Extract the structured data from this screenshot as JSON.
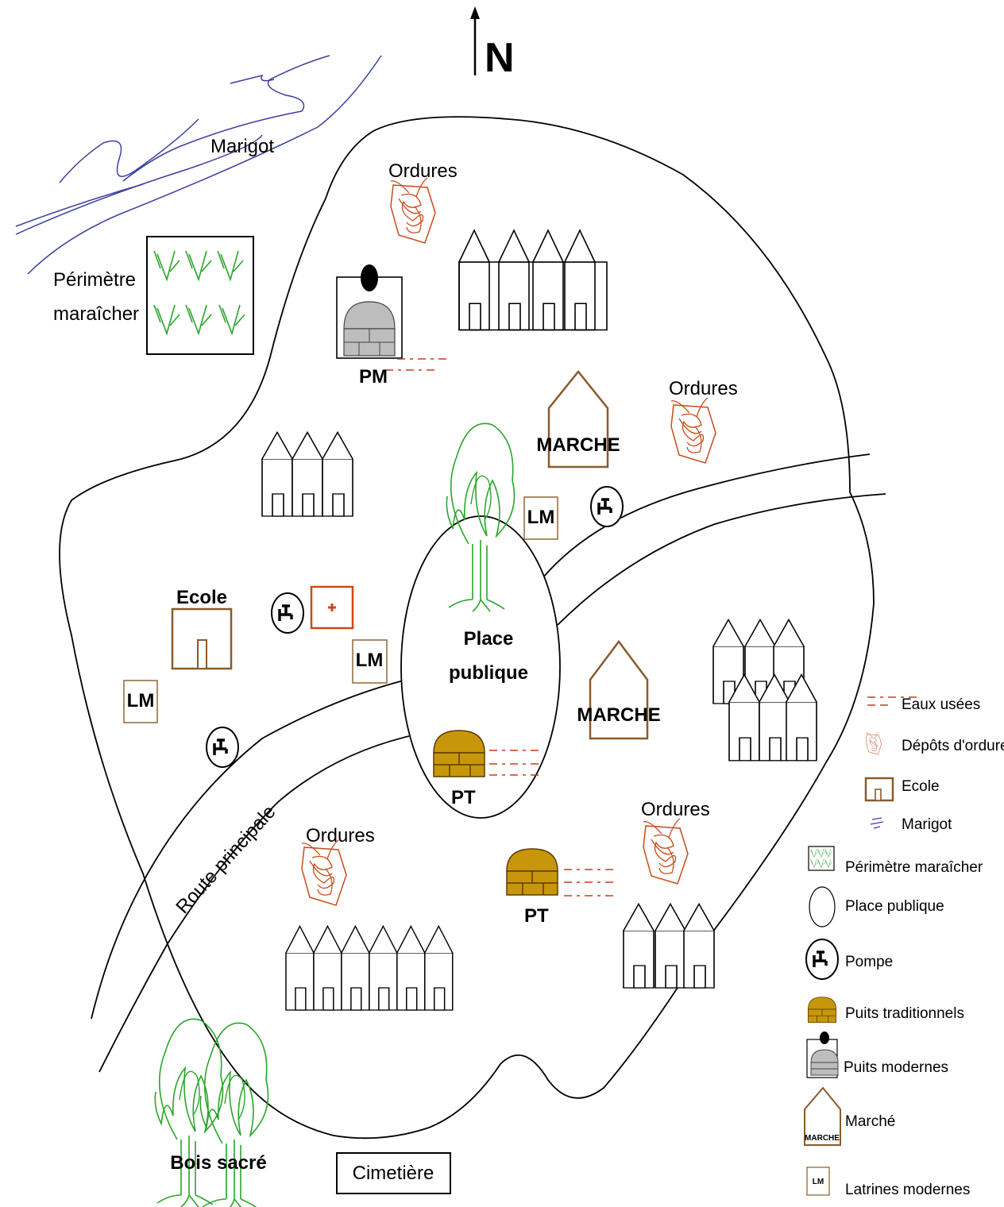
{
  "map": {
    "north": "N",
    "features": {
      "marigot": "Marigot",
      "perimetre_line1": "Périmètre",
      "perimetre_line2": "maraîcher",
      "place_line1": "Place",
      "place_line2": "publique",
      "route": "Route principale",
      "bois_sacre": "Bois sacré",
      "cimetiere": "Cimetière",
      "ecole": "Ecole",
      "ordures": "Ordures",
      "marche": "MARCHE",
      "lm": "LM",
      "pm": "PM",
      "pt": "PT"
    }
  },
  "legend": {
    "items": [
      {
        "label": "Eaux usées",
        "icon": "waste-water-icon"
      },
      {
        "label": "Dépôts d'ordures",
        "icon": "garbage-icon"
      },
      {
        "label": "Ecole",
        "icon": "school-icon"
      },
      {
        "label": "Marigot",
        "icon": "marigot-icon"
      },
      {
        "label": "Périmètre maraîcher",
        "icon": "garden-icon"
      },
      {
        "label": "Place publique",
        "icon": "public-square-icon"
      },
      {
        "label": "Pompe",
        "icon": "pump-icon"
      },
      {
        "label": "Puits traditionnels",
        "icon": "traditional-well-icon"
      },
      {
        "label": "Puits modernes",
        "icon": "modern-well-icon"
      },
      {
        "label": "Marché",
        "icon": "market-icon",
        "icon_text": "MARCHE"
      },
      {
        "label": "Latrines modernes",
        "icon": "latrine-icon",
        "icon_text": "LM"
      }
    ]
  },
  "colors": {
    "water": "#3b3fa0",
    "vegetation": "#2aa52a",
    "garbage": "#cc4a1a",
    "brown": "#8a5a2b",
    "well": "#c8960a",
    "modern_well": "#bdbdbd"
  }
}
